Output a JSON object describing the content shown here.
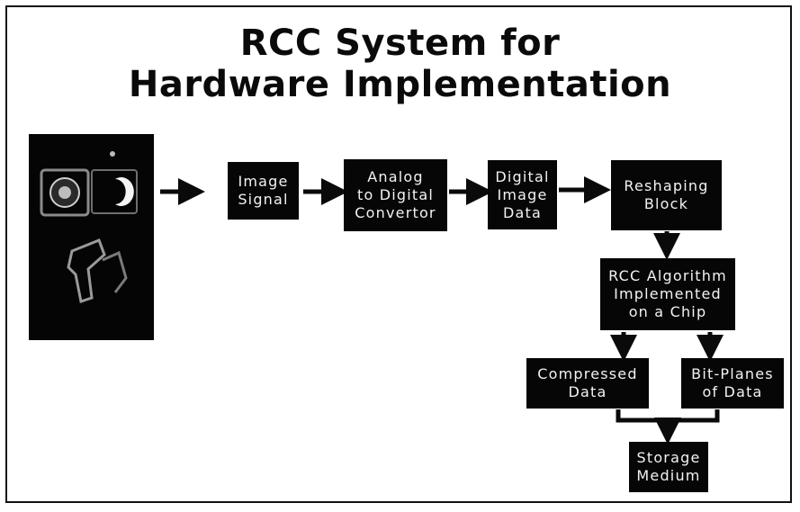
{
  "title": {
    "line1": "RCC System for",
    "line2": "Hardware Implementation"
  },
  "colors": {
    "box": "#060606",
    "text": "#f2f2f2",
    "arrow": "#0a0a0a"
  },
  "nodes": {
    "image_signal": "Image\nSignal",
    "adc": "Analog\nto Digital\nConvertor",
    "digital_data": "Digital\nImage\nData",
    "reshaping": "Reshaping\nBlock",
    "rcc_chip": "RCC Algorithm\nImplemented\non a Chip",
    "compressed": "Compressed\nData",
    "bitplanes": "Bit-Planes\nof Data",
    "storage": "Storage\nMedium"
  }
}
